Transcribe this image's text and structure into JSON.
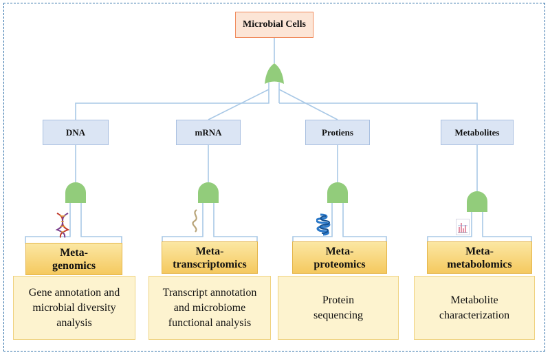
{
  "root": {
    "label": "Microbial Cells"
  },
  "branches": [
    {
      "molecule": "DNA",
      "omics": [
        "Meta-",
        "genomics"
      ],
      "description": [
        "Gene annotation and",
        "microbial diversity",
        "analysis"
      ],
      "icon": "dna-helix-icon"
    },
    {
      "molecule": "mRNA",
      "omics": [
        "Meta-",
        "transcriptomics"
      ],
      "description": [
        "Transcript annotation",
        "and microbiome",
        "functional analysis"
      ],
      "icon": "mrna-strand-icon"
    },
    {
      "molecule": "Protiens",
      "omics": [
        "Meta-",
        "proteomics"
      ],
      "description": [
        "Protein",
        "sequencing"
      ],
      "icon": "protein-structure-icon"
    },
    {
      "molecule": "Metabolites",
      "omics": [
        "Meta-",
        "metabolomics"
      ],
      "description": [
        "Metabolite",
        "characterization"
      ],
      "icon": "spectrum-chart-icon"
    }
  ],
  "colors": {
    "border": "#2e6fa8",
    "connector": "#a8c8e6",
    "gate": "#92cc7b",
    "root_fill": "#fce5d6",
    "root_border": "#f08a5b",
    "molecule_fill": "#dbe5f4",
    "omics_fill": "#f7d275",
    "description_fill": "#fdf3cf"
  }
}
